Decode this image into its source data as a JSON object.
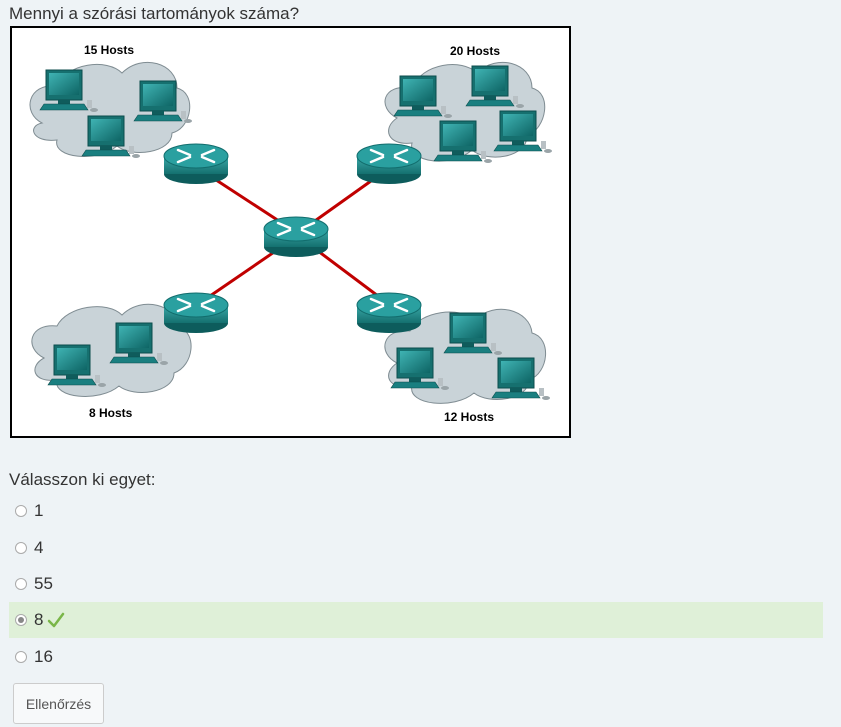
{
  "question": {
    "text": "Mennyi a szórási tartományok száma?"
  },
  "diagram": {
    "networks": [
      {
        "label": "15 Hosts",
        "hosts_shown": 3
      },
      {
        "label": "20 Hosts",
        "hosts_shown": 4
      },
      {
        "label": "8 Hosts",
        "hosts_shown": 2
      },
      {
        "label": "12 Hosts",
        "hosts_shown": 3
      }
    ],
    "colors": {
      "router": "#1f8a8a",
      "link": "#c00000",
      "cloud": "#c7d2d8",
      "pc": "#1a7f80"
    }
  },
  "answers": {
    "prompt": "Válasszon ki egyet:",
    "options": [
      {
        "label": "1",
        "selected": false
      },
      {
        "label": "4",
        "selected": false
      },
      {
        "label": "55",
        "selected": false
      },
      {
        "label": "8",
        "selected": true,
        "correct": true
      },
      {
        "label": "16",
        "selected": false
      }
    ]
  },
  "check_button": {
    "label": "Ellenőrzés"
  },
  "colors": {
    "page_bg": "#eef3f6",
    "correct_bg": "#dff0d8",
    "check_mark": "#7ab648"
  }
}
